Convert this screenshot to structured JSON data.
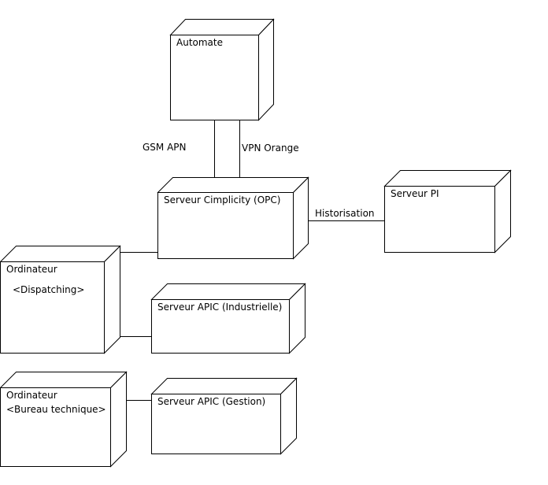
{
  "diagram": {
    "nodes": {
      "automate": {
        "name": "Automate"
      },
      "serveur_cimplicity": {
        "name": "Serveur Cimplicity (OPC)"
      },
      "serveur_pi": {
        "name": "Serveur PI"
      },
      "ordinateur_dispatching": {
        "name": "Ordinateur",
        "stereotype": "<Dispatching>"
      },
      "serveur_apic_industrielle": {
        "name": "Serveur APIC (Industrielle)"
      },
      "ordinateur_bureau": {
        "name": "Ordinateur",
        "stereotype": "<Bureau technique>"
      },
      "serveur_apic_gestion": {
        "name": "Serveur APIC (Gestion)"
      }
    },
    "connections": {
      "gsm_apn": {
        "label": "GSM APN"
      },
      "vpn_orange": {
        "label": "VPN Orange"
      },
      "historisation": {
        "label": "Historisation"
      }
    }
  }
}
